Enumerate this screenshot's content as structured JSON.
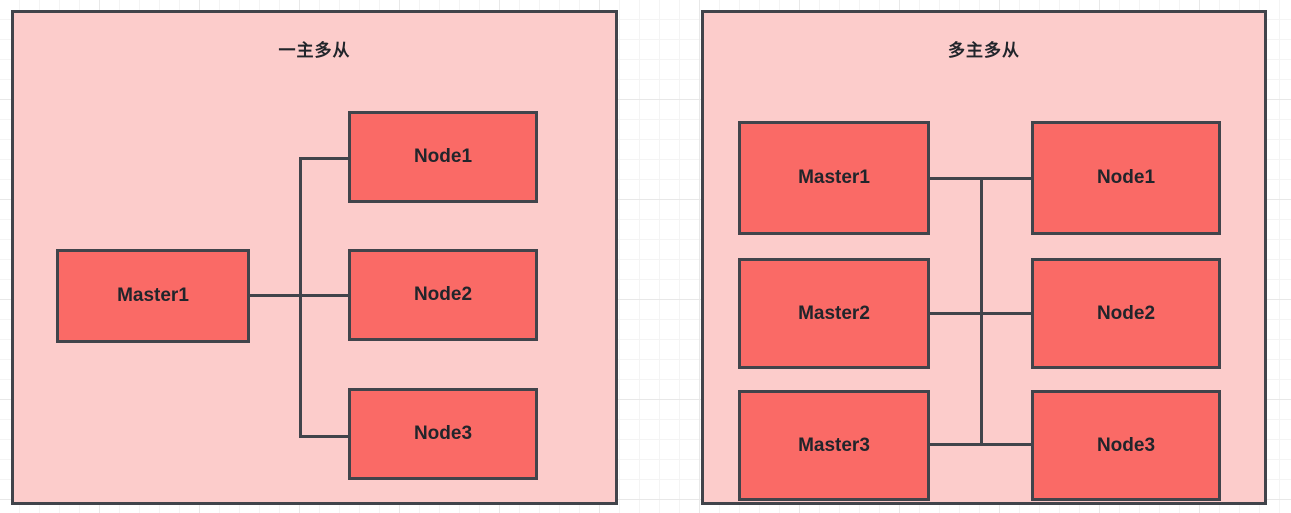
{
  "diagram": {
    "title_semantics": "cluster topology comparison",
    "panels": [
      {
        "id": "one-master-multi-slave",
        "title": "一主多从",
        "masters": [
          {
            "label": "Master1"
          }
        ],
        "nodes": [
          {
            "label": "Node1"
          },
          {
            "label": "Node2"
          },
          {
            "label": "Node3"
          }
        ]
      },
      {
        "id": "multi-master-multi-slave",
        "title": "多主多从",
        "masters": [
          {
            "label": "Master1"
          },
          {
            "label": "Master2"
          },
          {
            "label": "Master3"
          }
        ],
        "nodes": [
          {
            "label": "Node1"
          },
          {
            "label": "Node2"
          },
          {
            "label": "Node3"
          }
        ]
      }
    ]
  },
  "colors": {
    "panel_fill": "#fccccb",
    "node_fill": "#fa6a66",
    "stroke": "#41444b",
    "text": "#21252b",
    "canvas": "#ffffff",
    "grid_minor": "#f4f4f4",
    "grid_major": "#e8e8e8"
  }
}
